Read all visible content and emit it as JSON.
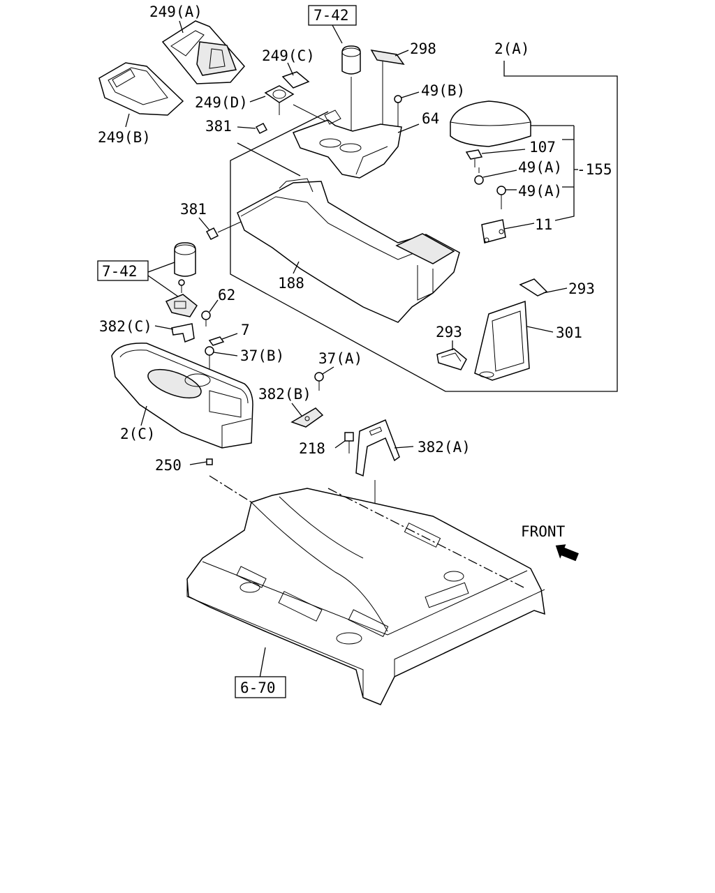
{
  "labels": {
    "l249a": "249(A)",
    "l249b": "249(B)",
    "l249c": "249(C)",
    "l249d": "249(D)",
    "l742_top": "7-42",
    "l742_left": "7-42",
    "l298": "298",
    "l2a": "2(A)",
    "l49b": "49(B)",
    "l64": "64",
    "l381_top": "381",
    "l381_mid": "381",
    "l107": "107",
    "l49a_1": "49(A)",
    "l49a_2": "49(A)",
    "l155": "-155",
    "l11": "11",
    "l188": "188",
    "l293_top": "293",
    "l293_bot": "293",
    "l301": "301",
    "l62": "62",
    "l382c": "382(C)",
    "l7": "7",
    "l37b": "37(B)",
    "l37a": "37(A)",
    "l382b": "382(B)",
    "l2c": "2(C)",
    "l218": "218",
    "l382a": "382(A)",
    "l250": "250",
    "lfront": "FRONT",
    "l670": "6-70"
  },
  "icons": {
    "front_arrow": "arrow-front-icon"
  }
}
